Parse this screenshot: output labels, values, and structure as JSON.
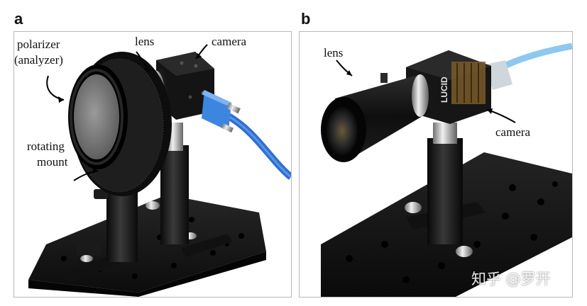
{
  "panels": [
    {
      "letter": "a",
      "labels": {
        "polarizer": "polarizer",
        "analyzer": "(analyzer)",
        "lens": "lens",
        "camera": "camera",
        "rotating": "rotating",
        "mount": "mount"
      }
    },
    {
      "letter": "b",
      "labels": {
        "lens": "lens",
        "camera": "camera",
        "brand": "LUCID"
      }
    }
  ],
  "watermark": "知乎 @罗开",
  "colors": {
    "background": "#ffffff",
    "hardware": "#151515",
    "cable": "#2f6fd0",
    "connector": "#3d86e0",
    "cable_b": "#8ec7ef"
  }
}
